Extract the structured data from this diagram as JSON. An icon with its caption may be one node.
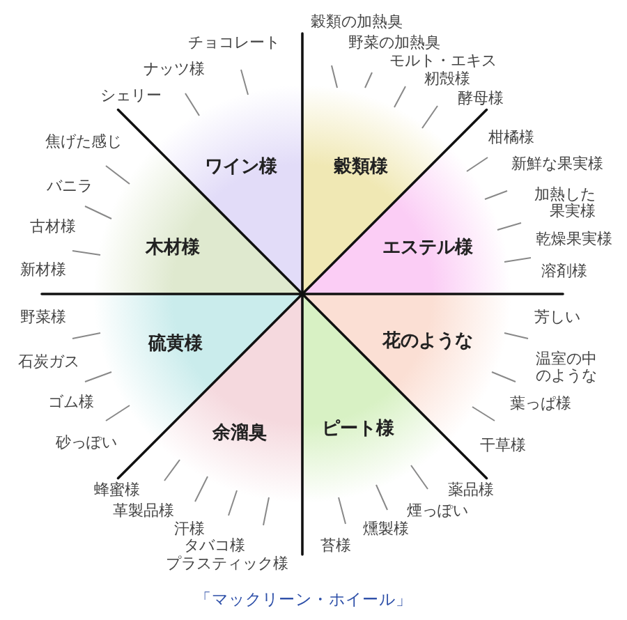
{
  "diagram": {
    "caption": "「マックリーン・ホイール」",
    "nodes": [
      {
        "text": [
          "ワイン様"
        ],
        "beside": [
          "シェリー",
          "ナッツ様",
          "チョコレート"
        ]
      },
      {
        "text": [
          "穀類様"
        ],
        "beside": [
          "穀類の加熱臭",
          "野菜の加熱臭",
          "モルト・エキス",
          "籾殻様",
          "酵母様"
        ]
      },
      {
        "text": [
          "木材様"
        ],
        "beside": [
          "焦げた感じ",
          "バニラ",
          "古材様",
          "新材様"
        ]
      },
      {
        "text": [
          "エステル様"
        ],
        "beside": [
          "柑橘様",
          "新鮮な果実様",
          "加熱した果実様",
          "乾燥果実様",
          "溶剤様"
        ]
      },
      {
        "text": [
          "硫黄様"
        ],
        "beside": [
          "野菜様",
          "石炭ガス",
          "ゴム様",
          "砂っぽい"
        ]
      },
      {
        "text": [
          "花のような"
        ],
        "beside": [
          "芳しい",
          "温室の中のような",
          "葉っぱ様",
          "干草様"
        ]
      },
      {
        "text": [
          "余溜臭"
        ],
        "beside": [
          "蜂蜜様",
          "革製品様",
          "汗様",
          "タバコ様",
          "プラスティック様"
        ]
      },
      {
        "text": [
          "ピート様"
        ],
        "beside": [
          "薬品様",
          "煙っぽい",
          "燻製様",
          "苔様"
        ]
      }
    ]
  }
}
